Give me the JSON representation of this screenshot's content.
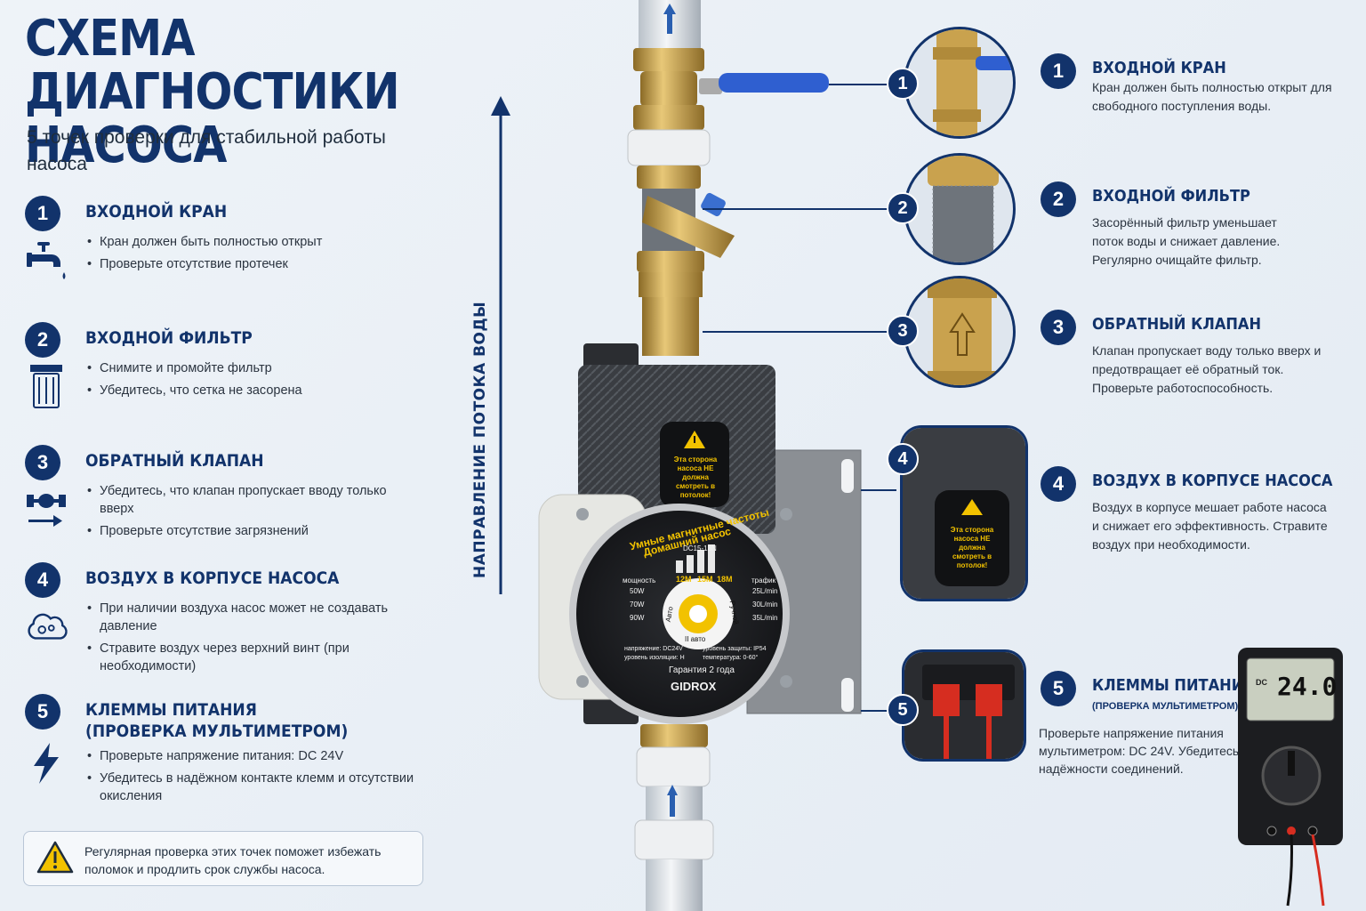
{
  "title": "СХЕМА ДИАГНОСТИКИ НАСОСА",
  "subtitle": "5 точек проверки для стабильной работы насоса",
  "checks": [
    {
      "num": "1",
      "title": "ВХОДНОЙ КРАН",
      "icon": "faucet-icon",
      "bullets": [
        "Кран должен быть полностью открыт",
        "Проверьте отсутствие протечек"
      ]
    },
    {
      "num": "2",
      "title": "ВХОДНОЙ ФИЛЬТР",
      "icon": "filter-icon",
      "bullets": [
        "Снимите и промойте фильтр",
        "Убедитесь, что сетка не засорена"
      ]
    },
    {
      "num": "3",
      "title": "ОБРАТНЫЙ КЛАПАН",
      "icon": "valve-icon",
      "bullets": [
        "Убедитесь, что клапан пропускает вводу только вверх",
        "Проверьте отсутствие загрязнений"
      ]
    },
    {
      "num": "4",
      "title": "ВОЗДУХ В КОРПУСЕ НАСОСА",
      "icon": "cloud-icon",
      "bullets": [
        "При наличии воздуха насос может не создавать давление",
        "Стравите воздух через верхний винт (при необходимости)"
      ]
    },
    {
      "num": "5",
      "title": "КЛЕММЫ ПИТАНИЯ (ПРОВЕРКА МУЛЬТИМЕТРОМ)",
      "icon": "lightning-icon",
      "bullets": [
        "Проверьте напряжение питания: DC 24V",
        "Убедитесь в надёжном контакте клемм и отсутствии окисления"
      ]
    }
  ],
  "note": "Регулярная проверка этих точек поможет избежать поломок и продлить срок службы насоса.",
  "flow_label": "НАПРАВЛЕНИЕ ПОТОКА ВОДЫ",
  "details": [
    {
      "num": "1",
      "title": "ВХОДНОЙ КРАН",
      "desc": "Кран должен быть полностью открыт для свободного поступления воды."
    },
    {
      "num": "2",
      "title": "ВХОДНОЙ ФИЛЬТР",
      "desc": "Засорённый фильтр уменьшает поток воды и снижает давление. Регулярно очищайте фильтр."
    },
    {
      "num": "3",
      "title": "ОБРАТНЫЙ КЛАПАН",
      "desc": "Клапан пропускает воду только вверх и предотвращает её обратный ток. Проверьте работоспособность."
    },
    {
      "num": "4",
      "title": "ВОЗДУХ В КОРПУСЕ НАСОСА",
      "desc": "Воздух в корпусе мешает работе насоса и снижает его эффективность. Стравите воздух при необходимости."
    },
    {
      "num": "5",
      "title": "КЛЕММЫ ПИТАНИЯ",
      "subtitle": "(ПРОВЕРКА МУЛЬТИМЕТРОМ)",
      "desc": "Проверьте напряжение питания мультиметром: DC 24V. Убедитесь в надёжности соединений."
    }
  ],
  "pump": {
    "warning": "Эта сторона насоса НЕ должна смотреть в потолок!",
    "brand_line1": "Умные магнитные частоты",
    "brand_line2": "Домашний насос",
    "model": "DC15-18N",
    "power_label": "мощность",
    "power_values": [
      "50W",
      "70W",
      "90W"
    ],
    "traffic_label": "трафик",
    "traffic_values": [
      "25L/min",
      "30L/min",
      "35L/min"
    ],
    "heads": [
      "12M",
      "15M",
      "18M"
    ],
    "mode_left": "Авто",
    "mode_right": "Ручной",
    "mode_bottom": "II авто",
    "voltage": "напряжение: DC24V",
    "insulation": "уровень изоляции: H",
    "protection": "уровень защиты: IP54",
    "temperature": "температура: 0-60°",
    "warranty": "Гарантия 2 года",
    "logo": "GIDROX"
  },
  "multimeter": {
    "reading": "24.0",
    "mode": "DC"
  },
  "colors": {
    "navy": "#12336b",
    "brass": "#c9a24e",
    "warning": "#f2c200",
    "terminal_red": "#d62d20",
    "valve_blue": "#2f5fd0"
  }
}
